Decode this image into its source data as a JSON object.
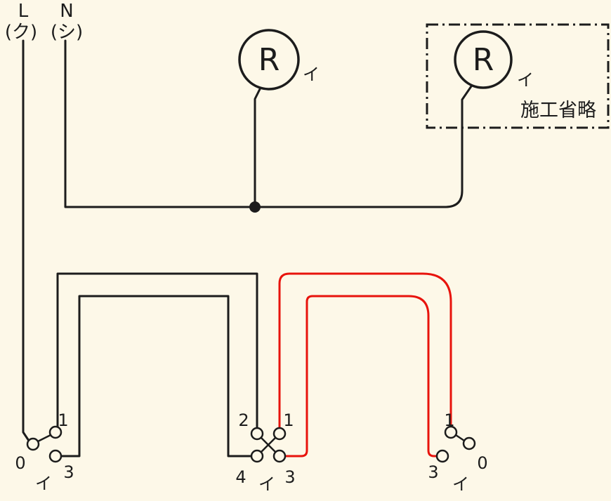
{
  "colors": {
    "background": "#fdf8e8",
    "wire_black": "#1c1c1c",
    "wire_red": "#e8130c",
    "text": "#1c1c1c"
  },
  "power_source": {
    "live_label": "L",
    "live_mark": "(ク)",
    "neutral_label": "N",
    "neutral_mark": "(シ)"
  },
  "lamps": {
    "left": {
      "letter": "R",
      "circuit": "イ"
    },
    "right": {
      "letter": "R",
      "circuit": "イ"
    }
  },
  "omission_area": {
    "label": "施工省略"
  },
  "switches": {
    "left": {
      "t1": "1",
      "t0": "0",
      "t3": "3",
      "circuit": "イ"
    },
    "middle": {
      "t2": "2",
      "t1": "1",
      "t4": "4",
      "t3": "3",
      "circuit": "イ"
    },
    "right": {
      "t1": "1",
      "t0": "0",
      "t3": "3",
      "circuit": "イ"
    }
  }
}
